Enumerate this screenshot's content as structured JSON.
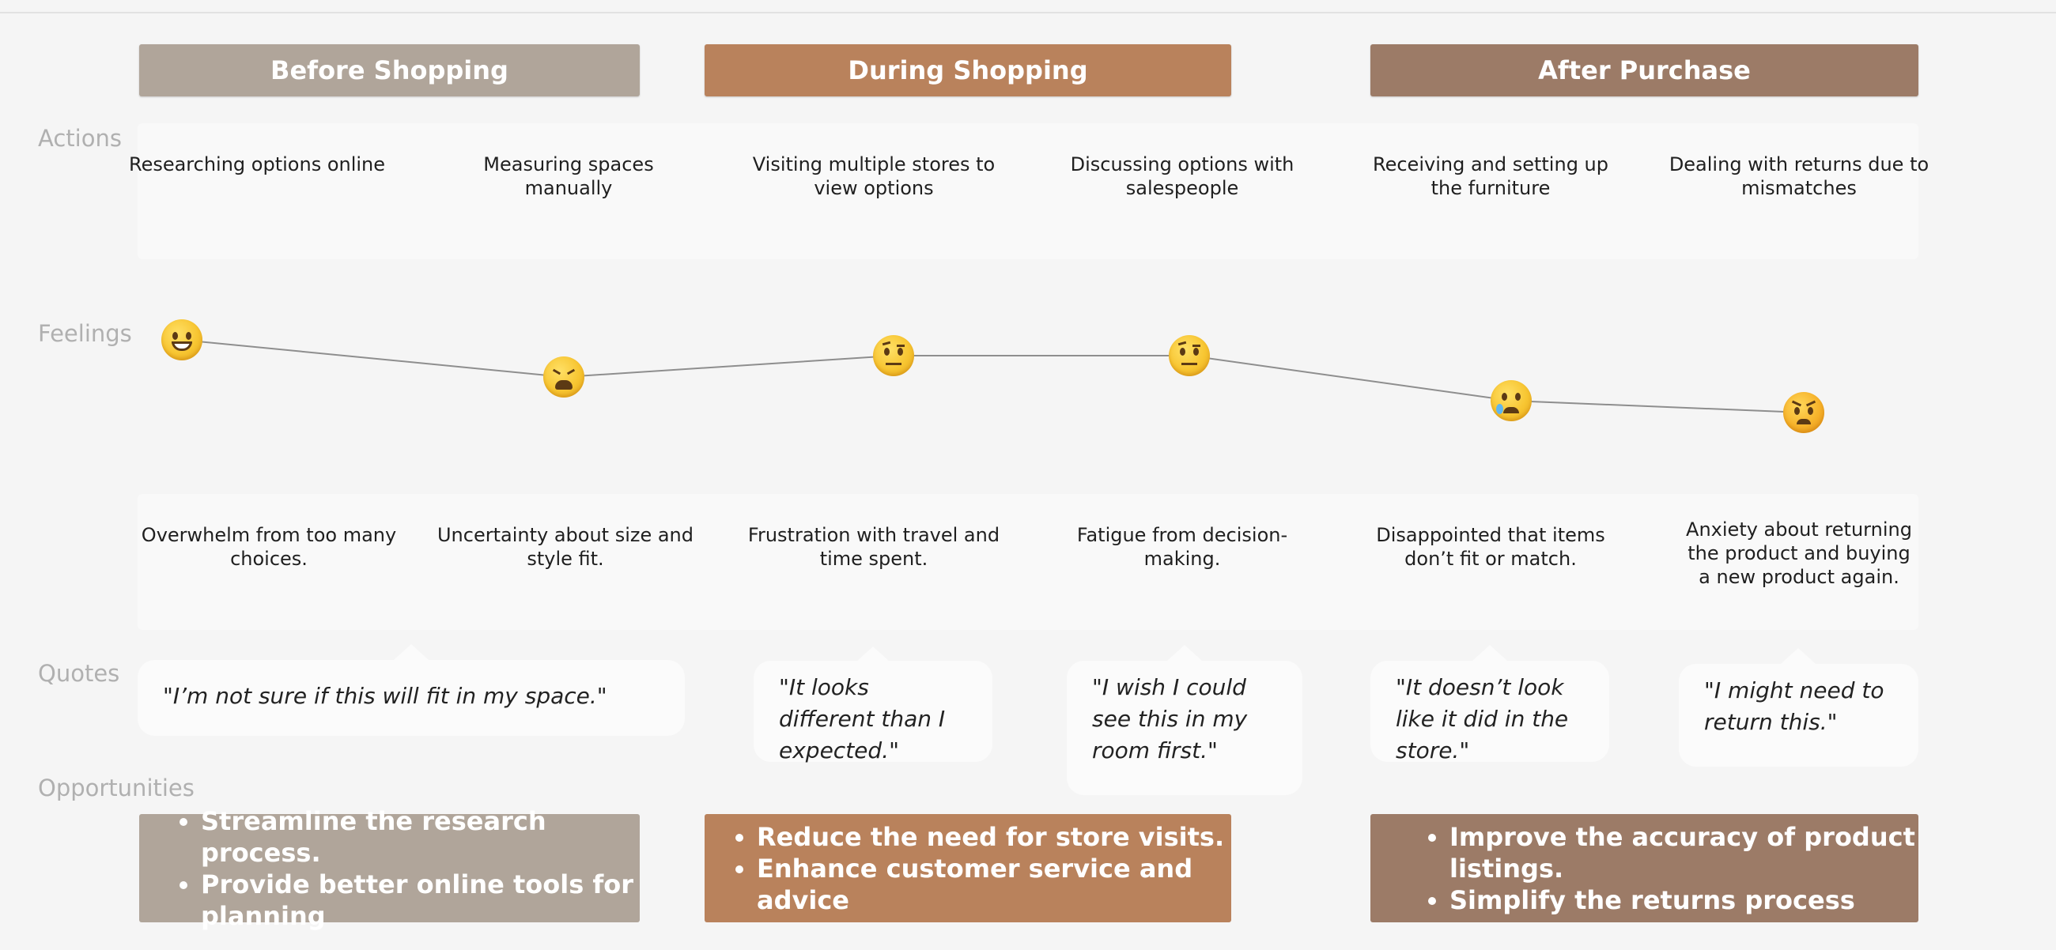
{
  "colors": {
    "before": "#b0a59a",
    "during": "#b9825c",
    "after": "#9c7b67",
    "label": "#b0b0b0"
  },
  "stages": [
    {
      "label": "Before Shopping"
    },
    {
      "label": "During Shopping"
    },
    {
      "label": "After Purchase"
    }
  ],
  "row_labels": {
    "actions": "Actions",
    "feelings": "Feelings",
    "quotes": "Quotes",
    "opportunities": "Opportunities"
  },
  "actions": [
    "Researching options online",
    "Measuring spaces manually",
    "Visiting multiple stores to view options",
    "Discussing options with salespeople",
    "Receiving and setting up the furniture",
    "Dealing with returns due to mismatches"
  ],
  "feelings": [
    {
      "emoji": "grinning-face-icon",
      "text": "Overwhelm from too many choices."
    },
    {
      "emoji": "tired-face-icon",
      "text": "Uncertainty about size and style fit."
    },
    {
      "emoji": "face-with-raised-eyebrow-icon",
      "text": "Frustration with travel and time spent."
    },
    {
      "emoji": "face-with-raised-eyebrow-icon",
      "text": "Fatigue from decision-making."
    },
    {
      "emoji": "crying-face-icon",
      "text": "Disappointed that items don’t fit or match."
    },
    {
      "emoji": "angry-face-icon",
      "text": "Anxiety about returning the product and buying a new product again."
    }
  ],
  "quotes": [
    "\"I’m not sure if this will fit in my space.\"",
    "\"It looks different than I expected.\"",
    "\"I wish I could see this in my room first.\"",
    "\"It doesn’t look like it did in the store.\"",
    "\"I might need to return this.\""
  ],
  "opportunities": [
    {
      "items": [
        "Streamline the research process.",
        "Provide better online tools for planning"
      ]
    },
    {
      "items": [
        "Reduce the need for store visits.",
        "Enhance customer service and advice"
      ]
    },
    {
      "items": [
        "Improve the accuracy of product listings.",
        "Simplify the returns process"
      ]
    }
  ]
}
